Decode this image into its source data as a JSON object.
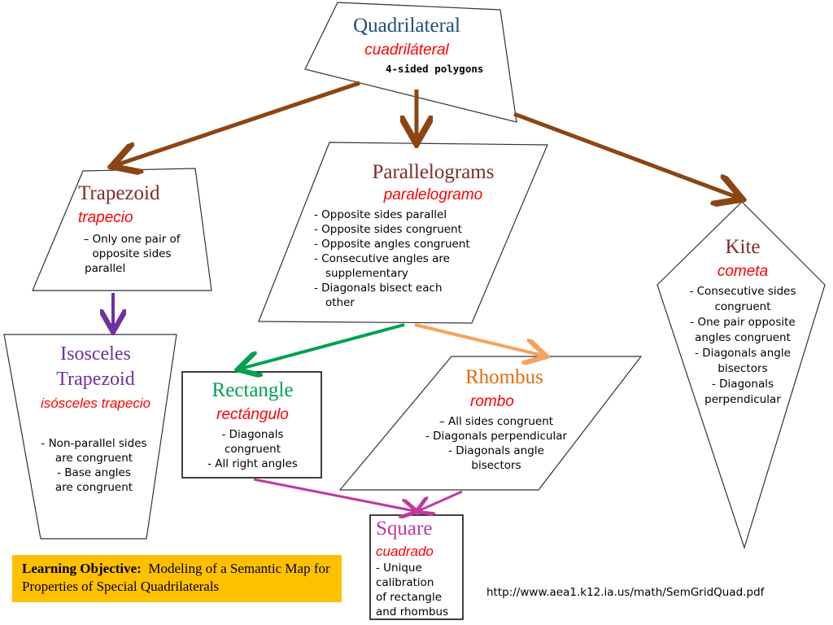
{
  "quadrilateral": {
    "title": "Quadrilateral",
    "spanish": "cuadriláteral",
    "description": "4-sided polygons"
  },
  "parallelograms": {
    "title": "Parallelograms",
    "spanish": "paralelogramo",
    "props": [
      "- Opposite sides parallel",
      "- Opposite sides congruent",
      "- Opposite angles congruent",
      "- Consecutive angles are",
      "supplementary",
      "- Diagonals bisect each",
      "other"
    ]
  },
  "trapezoid": {
    "title": "Trapezoid",
    "spanish": "trapecio",
    "props": [
      "– Only one pair of",
      "opposite sides",
      "parallel"
    ]
  },
  "kite": {
    "title": "Kite",
    "spanish": "cometa",
    "props": [
      "- Consecutive sides",
      "congruent",
      "- One pair opposite",
      "angles congruent",
      "- Diagonals angle",
      "bisectors",
      "-   Diagonals",
      "perpendicular"
    ]
  },
  "isosceles_trapezoid": {
    "title_line1": "Isosceles",
    "title_line2": "Trapezoid",
    "spanish": "isósceles trapecio",
    "props": [
      "- Non-parallel sides",
      "are congruent",
      "- Base angles",
      "are congruent"
    ]
  },
  "rectangle": {
    "title": "Rectangle",
    "spanish": "rectángulo",
    "props": [
      "- Diagonals",
      "congruent",
      "- All right angles"
    ]
  },
  "rhombus": {
    "title": "Rhombus",
    "spanish": "rombo",
    "props": [
      "– All sides congruent",
      "- Diagonals perpendicular",
      "- Diagonals angle",
      "bisectors"
    ]
  },
  "square": {
    "title": "Square",
    "spanish": "cuadrado",
    "props": [
      "- Unique",
      "calibration",
      "of rectangle",
      "and rhombus"
    ]
  },
  "objective": {
    "label": "Learning Objective:",
    "text": "Modeling of a Semantic Map for Properties of Special Quadrilaterals"
  },
  "source_url": "http://www.aea1.k12.ia.us/math/SemGridQuad.pdf",
  "colors": {
    "arrow_brown": "#8b4513",
    "arrow_purple": "#7030a0",
    "arrow_green": "#00a050",
    "arrow_orange": "#f4a460",
    "arrow_magenta": "#c0399e",
    "objective_bg": "#ffc000",
    "spanish_red": "#ff0000"
  }
}
